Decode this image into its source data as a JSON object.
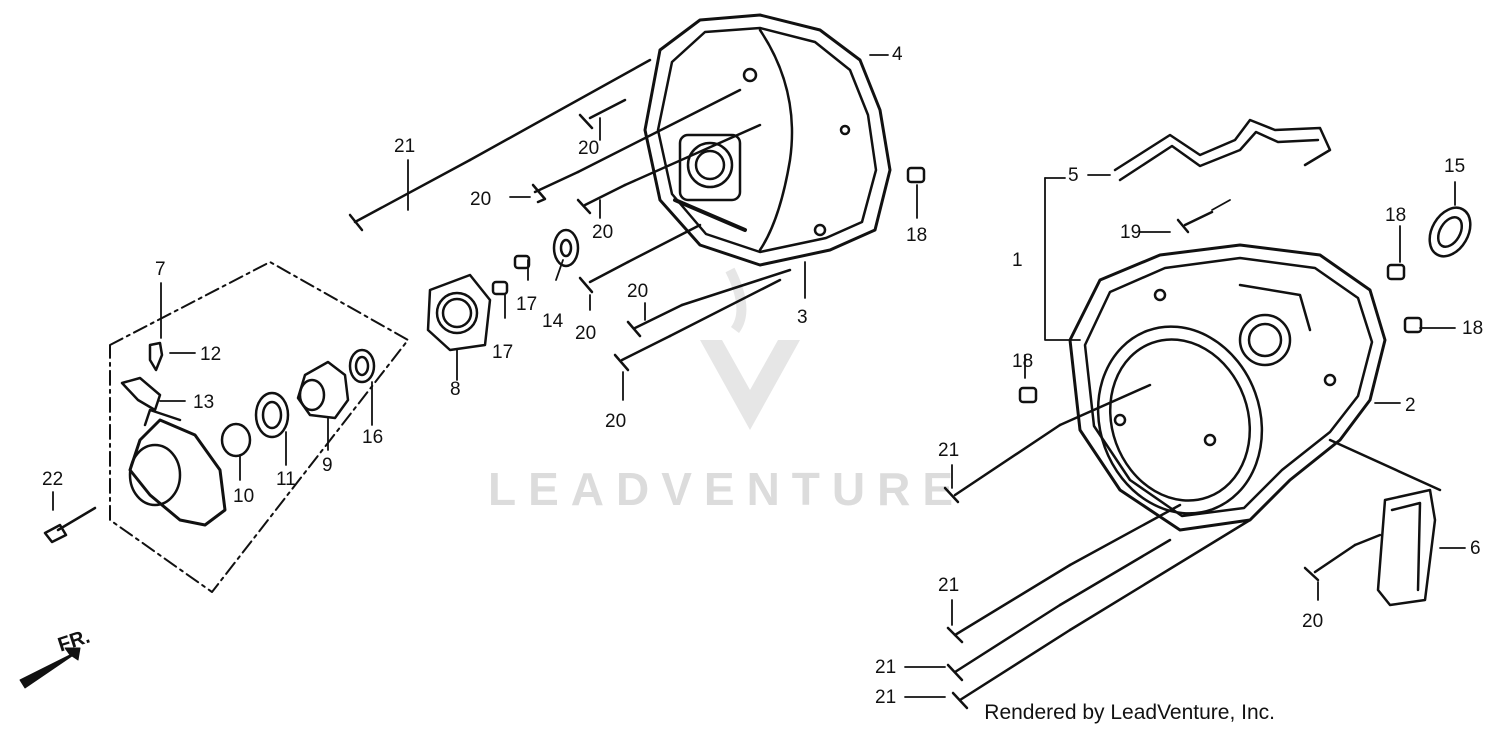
{
  "labels": {
    "l1": "1",
    "l2": "2",
    "l3": "3",
    "l4": "4",
    "l5": "5",
    "l6": "6",
    "l7": "7",
    "l8": "8",
    "l9": "9",
    "l10": "10",
    "l11": "11",
    "l12": "12",
    "l13": "13",
    "l14": "14",
    "l15": "15",
    "l16": "16",
    "l17": "17",
    "l18": "18",
    "l19": "19",
    "l20": "20",
    "l21": "21",
    "l22": "22"
  },
  "direction_label": "FR.",
  "watermark": "LEADVENTURE",
  "footer": "Rendered by LeadVenture, Inc.",
  "colors": {
    "ink": "#111111",
    "watermark": "#dcdcdc"
  }
}
